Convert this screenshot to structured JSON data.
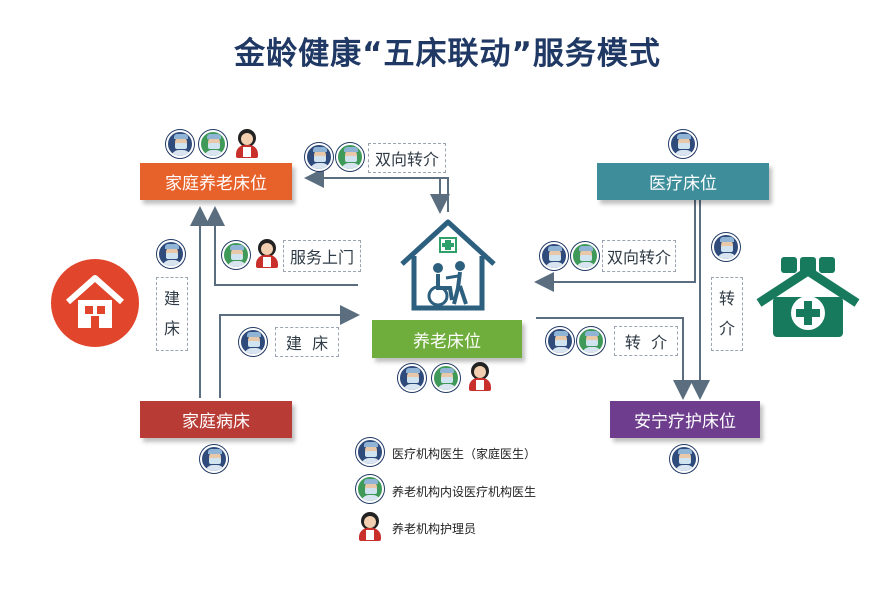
{
  "title": "金龄健康“五床联动”服务模式",
  "nodes": {
    "home_elder_bed": "家庭养老床位",
    "medical_bed": "医疗床位",
    "elder_bed": "养老床位",
    "home_sickbed": "家庭病床",
    "hospice_bed": "安宁疗护床位"
  },
  "labels": {
    "two_way_top": "双向转介",
    "door_service": "服务上门",
    "build_bed_left_1": "建",
    "build_bed_left_2": "床",
    "build_bed_mid": "建  床",
    "two_way_right": "双向转介",
    "transfer_right_1": "转",
    "transfer_right_2": "介",
    "transfer_mid": "转  介"
  },
  "legend": {
    "doctor": "医疗机构医生（家庭医生）",
    "inhouse_doctor": "养老机构内设医疗机构医生",
    "caregiver": "养老机构护理员"
  },
  "colors": {
    "title": "#1f3864",
    "home_elder_bed": "#e7612a",
    "medical_bed": "#3d8d9a",
    "elder_bed": "#6fae3c",
    "home_sickbed": "#b83b36",
    "hospice_bed": "#6e3d8d",
    "house_icon": "#e1452c",
    "hospital_icon": "#177a5c",
    "arrow": "#5a6e80"
  }
}
